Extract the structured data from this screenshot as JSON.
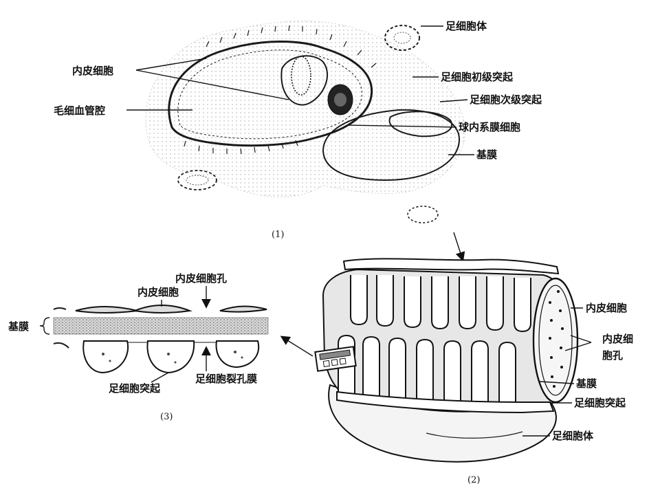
{
  "figure1": {
    "caption": "(1)",
    "labels": {
      "podocyte_body": "足细胞体",
      "endothelial_cell": "内皮细胞",
      "podocyte_primary_process": "足细胞初级突起",
      "podocyte_secondary_process": "足细胞次级突起",
      "capillary_lumen": "毛细血管腔",
      "mesangial_cell": "球内系膜细胞",
      "basement_membrane": "基膜"
    }
  },
  "figure2": {
    "caption": "(2)",
    "labels": {
      "endothelial_cell": "内皮细胞",
      "endothelial_pore": "内皮细\n胞孔",
      "basement_membrane": "基膜",
      "podocyte_process": "足细胞突起",
      "podocyte_body": "足细胞体"
    }
  },
  "figure3": {
    "caption": "(3)",
    "labels": {
      "endothelial_pore": "内皮细胞孔",
      "endothelial_cell": "内皮细胞",
      "basement_membrane": "基膜",
      "podocyte_process": "足细胞突起",
      "slit_membrane": "足细胞裂孔膜"
    }
  },
  "colors": {
    "ink": "#1a1a1a",
    "background": "#ffffff"
  }
}
